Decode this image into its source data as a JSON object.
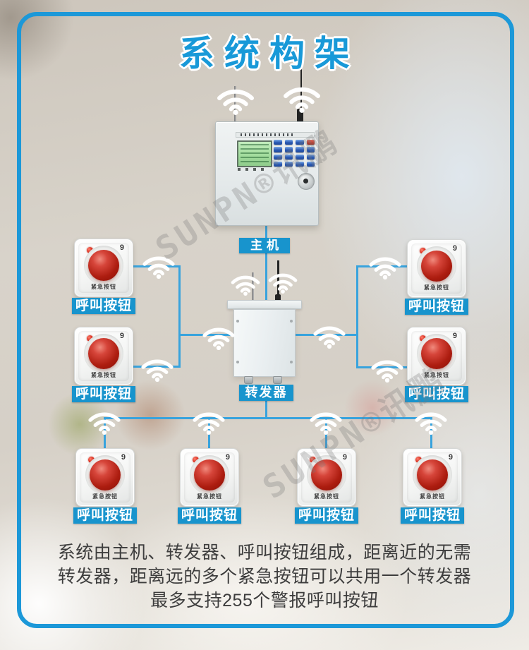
{
  "title": "系统构架",
  "host": {
    "label": "主机"
  },
  "repeater": {
    "label": "转发器"
  },
  "call_button": {
    "label": "呼叫按钮",
    "panel_text": "紧急按钮",
    "corner_mark": "9"
  },
  "description": {
    "line1": "系统由主机、转发器、呼叫按钮组成，距离近的无需",
    "line2": "转发器，距离远的多个紧急按钮可以共用一个转发器",
    "line3": "最多支持255个警报呼叫按钮"
  },
  "watermark": "SUNPN®讯鹏",
  "colors": {
    "frame_blue": "#1c98d8",
    "label_blue": "#1894cd",
    "line_blue": "#38a3dd",
    "title_blue": "#1899d8",
    "dome_red": "#ad1d10",
    "lcd_green": "#a8e0a2"
  }
}
